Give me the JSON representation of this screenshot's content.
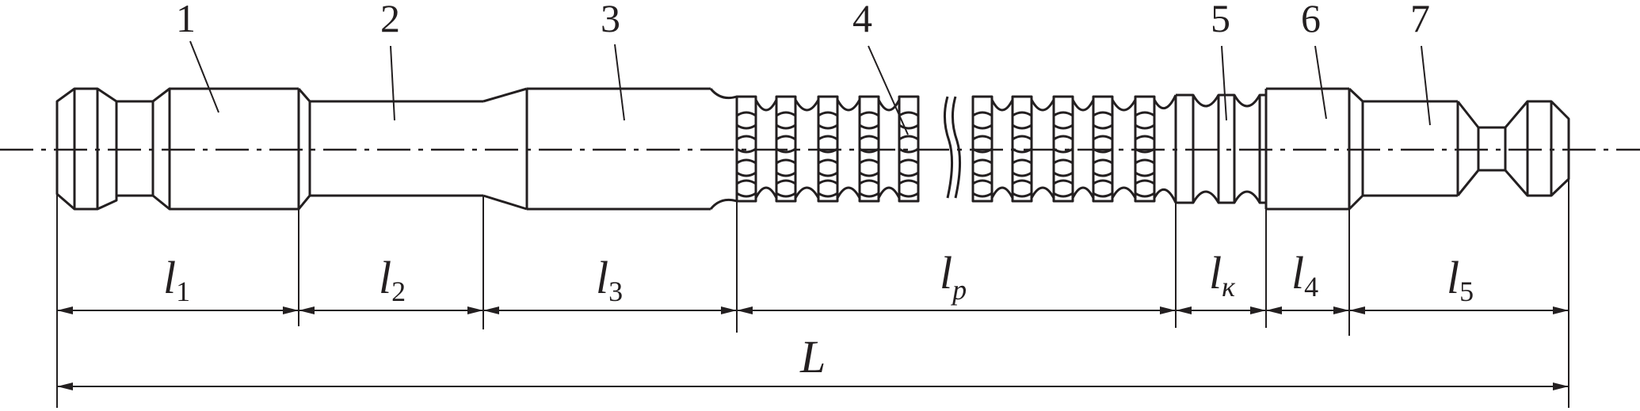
{
  "parts": [
    {
      "label": "1"
    },
    {
      "label": "2"
    },
    {
      "label": "3"
    },
    {
      "label": "4"
    },
    {
      "label": "5"
    },
    {
      "label": "6"
    },
    {
      "label": "7"
    }
  ],
  "dimensions": [
    {
      "main": "l",
      "sub": "1"
    },
    {
      "main": "l",
      "sub": "2"
    },
    {
      "main": "l",
      "sub": "3"
    },
    {
      "main": "l",
      "sub": "p"
    },
    {
      "main": "l",
      "sub": "к"
    },
    {
      "main": "l",
      "sub": "4"
    },
    {
      "main": "l",
      "sub": "5"
    }
  ],
  "overall": {
    "main": "L"
  }
}
